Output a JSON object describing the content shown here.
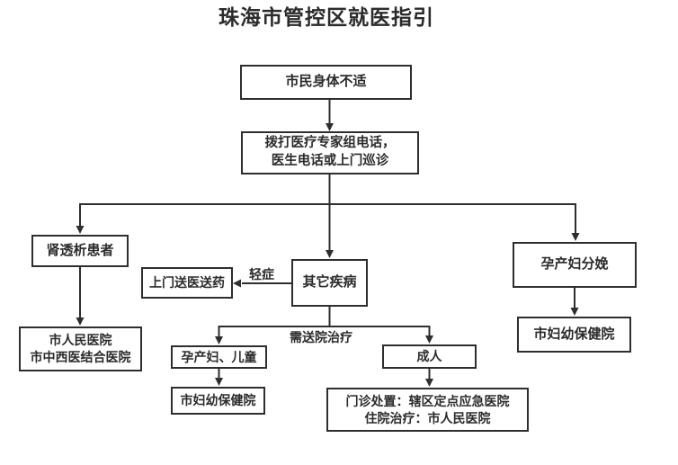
{
  "title": "珠海市管控区就医指引",
  "diagram": {
    "type": "flowchart",
    "nodes": {
      "symptom": {
        "label": "市民身体不适"
      },
      "call": {
        "line1": "拨打医疗专家组电话，",
        "line2": "医生电话或上门巡诊"
      },
      "dialysis": {
        "label": "肾透析患者"
      },
      "peoples_hospital": {
        "line1": "市人民医院",
        "line2": "市中西医结合医院"
      },
      "home_delivery": {
        "label": "上门送医送药"
      },
      "other_disease": {
        "label": "其它疾病"
      },
      "maternal_birth": {
        "label": "孕产妇分娩"
      },
      "mch_right": {
        "label": "市妇幼保健院"
      },
      "pregnant_child": {
        "label": "孕产妇、儿童"
      },
      "adult": {
        "label": "成人"
      },
      "mch_left": {
        "label": "市妇幼保健院"
      },
      "emergency": {
        "line1": "门诊处置：辖区定点应急医院",
        "line2": "住院治疗：市人民医院"
      }
    },
    "edge_labels": {
      "mild": "轻症",
      "hospitalize": "需送院治疗"
    },
    "colors": {
      "line": "#2e2e2e",
      "text": "#2b2b2b",
      "box_bg": "#ffffff",
      "background": "#ffffff"
    }
  }
}
